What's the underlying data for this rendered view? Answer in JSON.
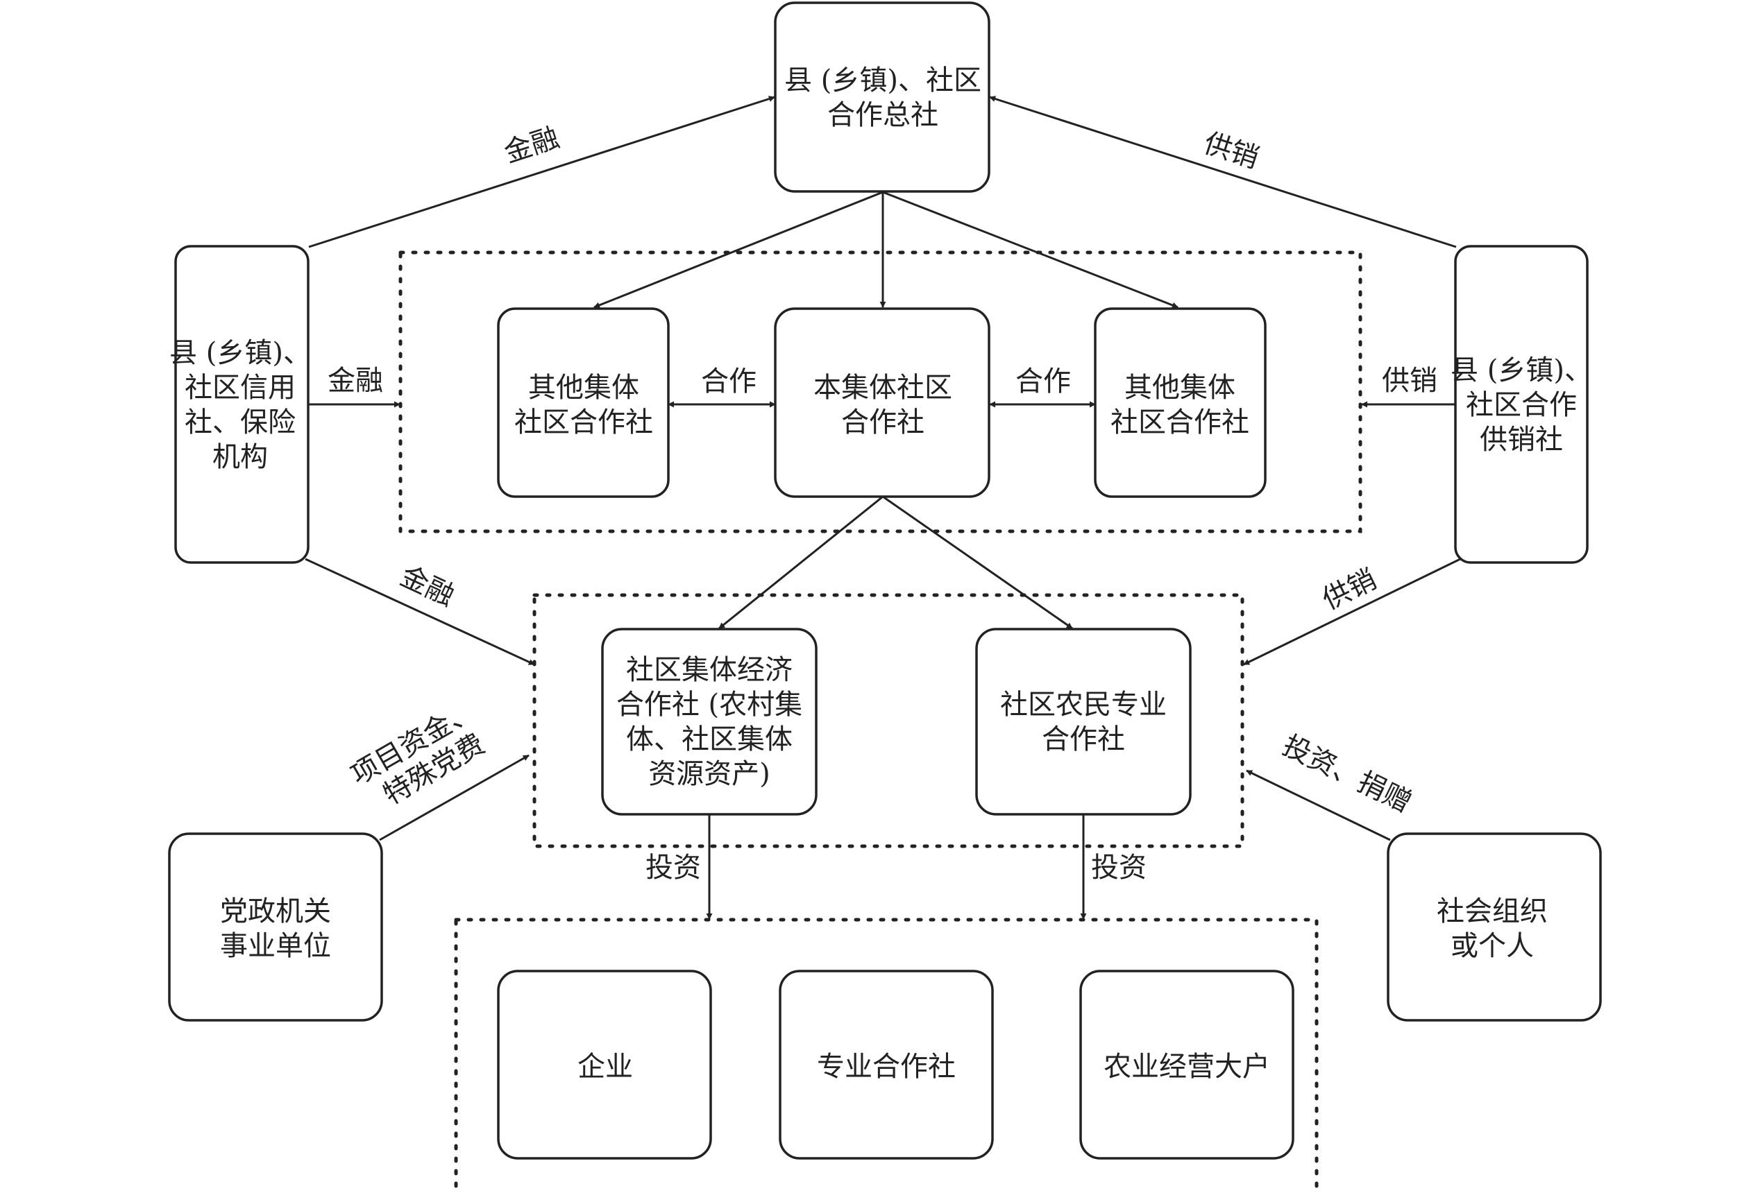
{
  "nodes": {
    "general_coop": {
      "lines": [
        "县 (乡镇)、社区",
        "合作总社"
      ]
    },
    "credit_coop": {
      "lines": [
        "县 (乡镇)、",
        "社区信用",
        "社、保险",
        "机构"
      ]
    },
    "supply_coop": {
      "lines": [
        "县 (乡镇)、",
        "社区合作",
        "供销社"
      ]
    },
    "other_coop_left": {
      "lines": [
        "其他集体",
        "社区合作社"
      ]
    },
    "this_coop": {
      "lines": [
        "本集体社区",
        "合作社"
      ]
    },
    "other_coop_right": {
      "lines": [
        "其他集体",
        "社区合作社"
      ]
    },
    "collective_econ_coop": {
      "lines": [
        "社区集体经济",
        "合作社 (农村集",
        "体、社区集体",
        "资源资产)"
      ]
    },
    "farmer_coop": {
      "lines": [
        "社区农民专业",
        "合作社"
      ]
    },
    "party_gov": {
      "lines": [
        "党政机关",
        "事业单位"
      ]
    },
    "social_org": {
      "lines": [
        "社会组织",
        "或个人"
      ]
    },
    "enterprise": {
      "lines": [
        "企业"
      ]
    },
    "professional_coop": {
      "lines": [
        "专业合作社"
      ]
    },
    "large_farmer": {
      "lines": [
        "农业经营大户"
      ]
    }
  },
  "edge_labels": {
    "finance_top": "金融",
    "finance_mid": "金融",
    "finance_low": "金融",
    "supply_top": "供销",
    "supply_mid": "供销",
    "supply_low": "供销",
    "coop_left": "合作",
    "coop_right": "合作",
    "project_funds": [
      "项目资金、",
      "特殊党费"
    ],
    "invest_donate": "投资、捐赠",
    "invest_left": "投资",
    "invest_right": "投资"
  }
}
